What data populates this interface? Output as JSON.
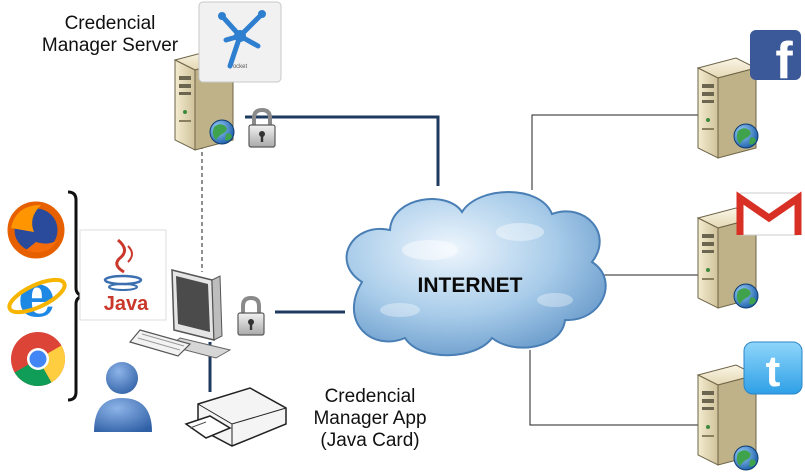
{
  "labels": {
    "server": [
      "Credencial",
      "Manager Server"
    ],
    "app": [
      "Credencial",
      "Manager App",
      "(Java Card)"
    ],
    "internet": "INTERNET",
    "java": "Java"
  },
  "icons": {
    "server_logo": "mobile-pocket-logo-icon",
    "browsers": [
      "firefox-icon",
      "internet-explorer-icon",
      "chrome-icon"
    ],
    "services": [
      "facebook-icon",
      "gmail-icon",
      "twitter-icon"
    ]
  },
  "colors": {
    "network_line": "#1f3a5f",
    "cloud": "#9cc3e6",
    "facebook": "#3b5998",
    "gmail": "#d93025",
    "twitter": "#4ab3f4",
    "java": "#c9382b"
  }
}
